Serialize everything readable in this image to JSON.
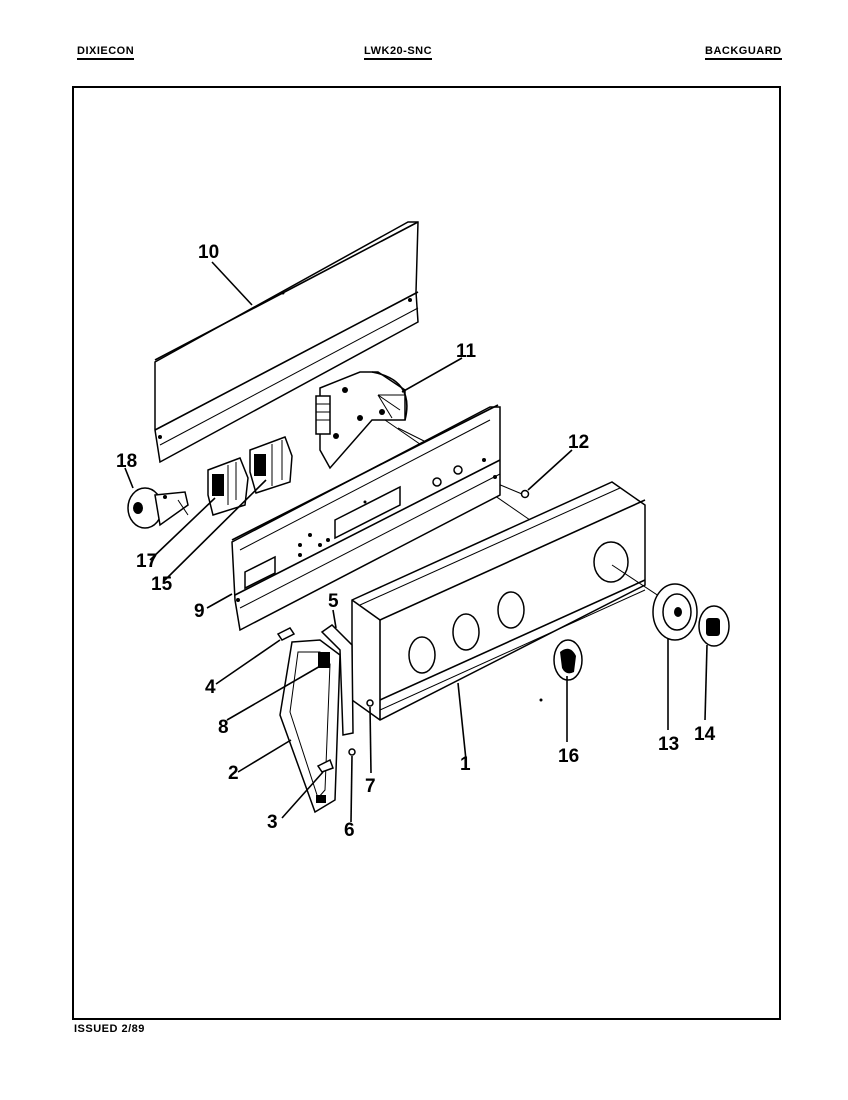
{
  "header": {
    "brand": "DIXIECON",
    "model": "LWK20-SNC",
    "section": "BACKGUARD"
  },
  "footer": {
    "issued": "ISSUED 2/89"
  },
  "parts": [
    {
      "id": "1",
      "label": "1"
    },
    {
      "id": "2",
      "label": "2"
    },
    {
      "id": "3",
      "label": "3"
    },
    {
      "id": "4",
      "label": "4"
    },
    {
      "id": "5",
      "label": "5"
    },
    {
      "id": "6",
      "label": "6"
    },
    {
      "id": "7",
      "label": "7"
    },
    {
      "id": "8",
      "label": "8"
    },
    {
      "id": "9",
      "label": "9"
    },
    {
      "id": "10",
      "label": "10"
    },
    {
      "id": "11",
      "label": "11"
    },
    {
      "id": "12",
      "label": "12"
    },
    {
      "id": "13",
      "label": "13"
    },
    {
      "id": "14",
      "label": "14"
    },
    {
      "id": "15",
      "label": "15"
    },
    {
      "id": "16",
      "label": "16"
    },
    {
      "id": "17",
      "label": "17"
    },
    {
      "id": "18",
      "label": "18"
    }
  ]
}
